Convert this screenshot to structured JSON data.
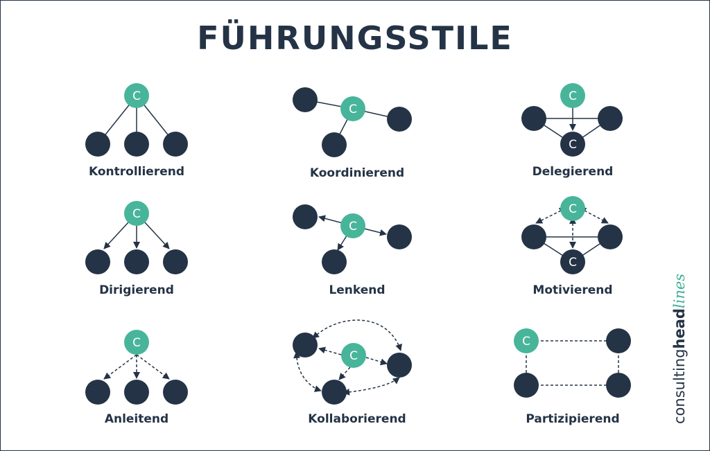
{
  "title": "FÜHRUNGSSTILE",
  "node_letter": "C",
  "colors": {
    "navy": "#243345",
    "teal": "#48b59a",
    "border": "#243345",
    "logo_accent": "#3fae96"
  },
  "styles": [
    {
      "label": "Kontrollierend"
    },
    {
      "label": "Koordinierend"
    },
    {
      "label": "Delegierend"
    },
    {
      "label": "Dirigierend"
    },
    {
      "label": "Lenkend"
    },
    {
      "label": "Motivierend"
    },
    {
      "label": "Anleitend"
    },
    {
      "label": "Kollaborierend"
    },
    {
      "label": "Partizipierend"
    }
  ],
  "logo": {
    "part1": "consulting",
    "part2": "head",
    "part3": "lines"
  }
}
